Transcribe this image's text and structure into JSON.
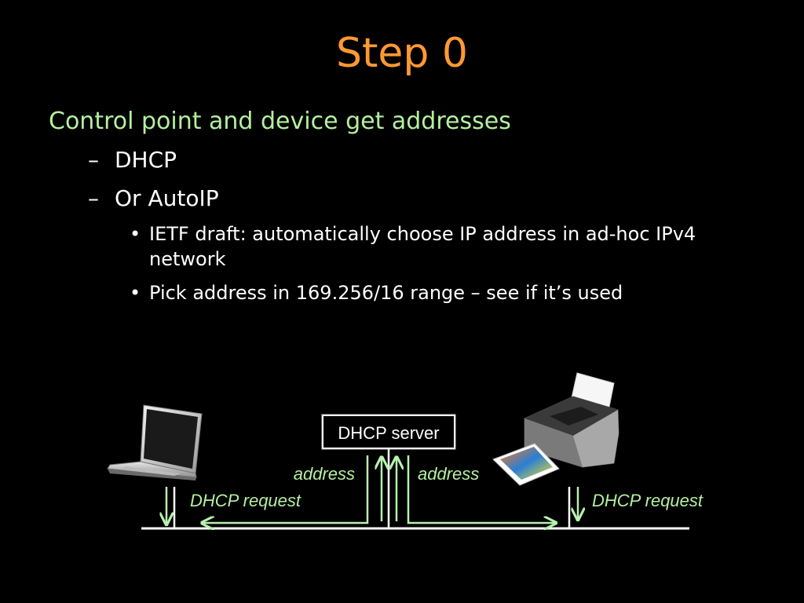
{
  "slide": {
    "title": "Step 0",
    "point": "Control point and device get addresses",
    "subpoints": [
      "DHCP",
      "Or AutoIP"
    ],
    "details": [
      "IETF draft: automatically choose IP address in ad-hoc IPv4 network",
      "Pick address in 169.256/16 range – see if it’s used"
    ],
    "dash_glyph": "–",
    "bullet_glyph": "•"
  },
  "diagram": {
    "server_label": "DHCP server",
    "left_request": "DHCP request",
    "left_address": "address",
    "right_address": "address",
    "right_request": "DHCP request",
    "laptop_icon": "laptop-icon",
    "printer_icon": "printer-icon"
  },
  "colors": {
    "title": "#ff9933",
    "point": "#b4f0a0",
    "text": "#ffffff",
    "arrow": "#b8f0b0",
    "label": "#b4f0a0"
  }
}
